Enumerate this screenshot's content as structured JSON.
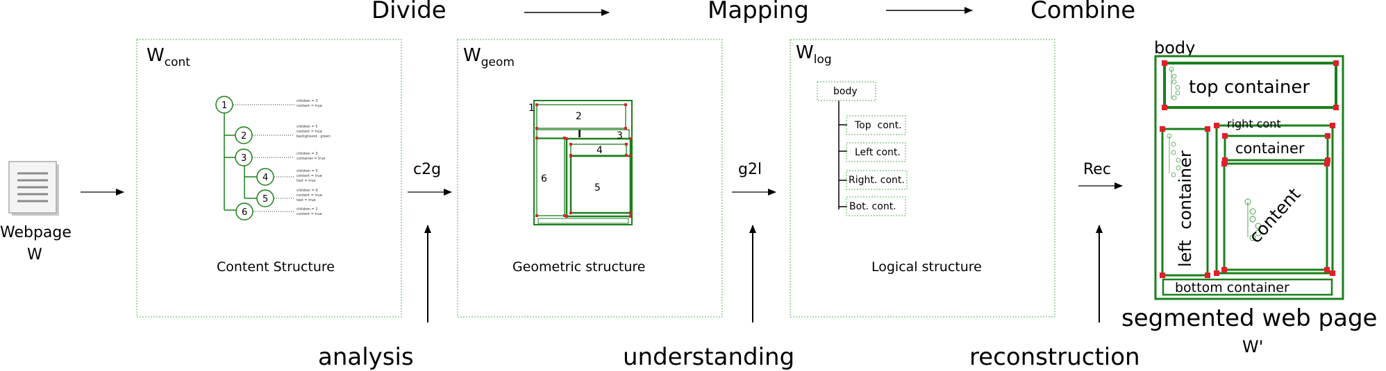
{
  "phases": {
    "divide": "Divide",
    "mapping": "Mapping",
    "combine": "Combine"
  },
  "bottom": {
    "analysis": "analysis",
    "understanding": "understanding",
    "reconstruction": "reconstruction"
  },
  "input": {
    "label": "Webpage",
    "var": "W"
  },
  "edges": {
    "c2g": "c2g",
    "g2l": "g2l",
    "rec": "Rec"
  },
  "panels": {
    "content": {
      "title_main": "W",
      "title_sub": "cont",
      "caption": "Content Structure"
    },
    "geom": {
      "title_main": "W",
      "title_sub": "geom",
      "caption": "Geometric structure"
    },
    "logical": {
      "title_main": "W",
      "title_sub": "log",
      "caption": "Logical structure"
    }
  },
  "tree_nodes": [
    "1",
    "2",
    "3",
    "4",
    "5",
    "6"
  ],
  "tree_notes": [
    [
      "children = 3",
      "content = true"
    ],
    [
      "children = 5",
      "content = true",
      "background : green"
    ],
    [
      "children = 3",
      "container = true"
    ],
    [
      "children = 5",
      "content = true",
      "text = true"
    ],
    [
      "children = 9",
      "content = true",
      "text = true"
    ],
    [
      "children = 2",
      "content = true"
    ]
  ],
  "geom_labels": {
    "b1": "1",
    "b2": "2",
    "b3": "3",
    "b4": "4",
    "b5": "5",
    "b6": "6",
    "bI": "I"
  },
  "logical_nodes": {
    "root": "body",
    "top": "Top  cont.",
    "left": "Left cont.",
    "right": "Right. cont.",
    "bot": "Bot. cont."
  },
  "result": {
    "body": "body",
    "top": "top container",
    "right": "right cont",
    "container": "container",
    "left": "left  container",
    "content": "content",
    "bottom": "bottom container",
    "caption": "segmented web page",
    "var": "W'"
  },
  "colors": {
    "green": "#1a7f1a",
    "dot_green": "#3aa03a",
    "marker": "#e0202a"
  }
}
